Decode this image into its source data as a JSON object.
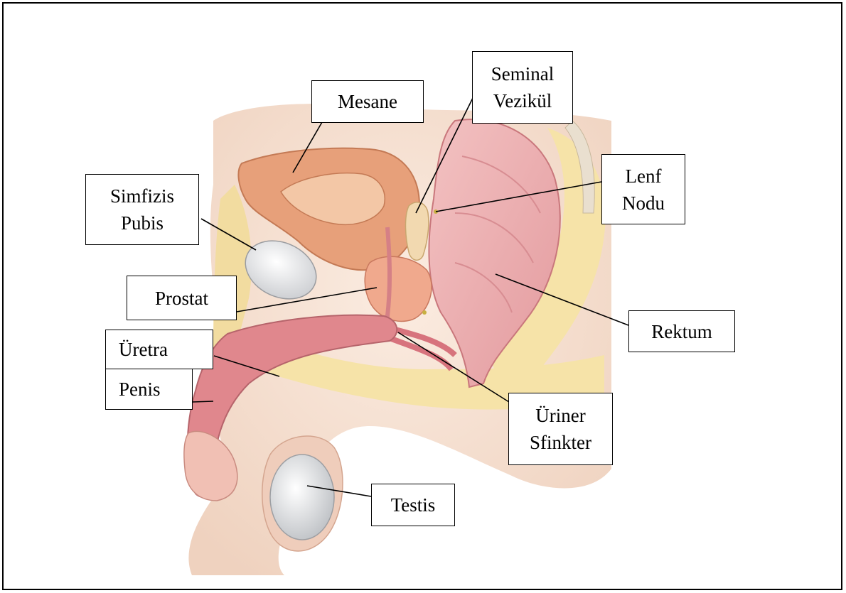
{
  "labels": {
    "mesane": "Mesane",
    "seminal_vezikul": "Seminal\nVezikül",
    "simfizis_pubis": "Simfizis\nPubis",
    "lenf_nodu": "Lenf\nNodu",
    "prostat": "Prostat",
    "uretra": "Üretra",
    "penis": "Penis",
    "rektum": "Rektum",
    "uriner_sfinkter": "Üriner\nSfinkter",
    "testis": "Testis"
  },
  "colors": {
    "skin": "#f6e1d3",
    "skin_shade": "#ebc9b3",
    "fat": "#f6e3a8",
    "bladder": "#e7a07a",
    "bladder_inner": "#f3c7a6",
    "prostate": "#f0a98d",
    "rectum": "#eeaeb0",
    "penis_tissue": "#e0878d",
    "bone": "#e8e8ea",
    "testis": "#d8dadd"
  }
}
